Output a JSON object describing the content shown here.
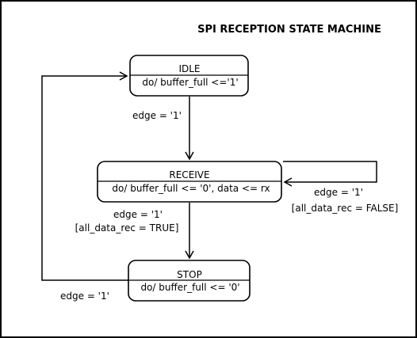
{
  "diagram": {
    "title": "SPI RECEPTION STATE MACHINE",
    "states": [
      {
        "name": "IDLE",
        "action": "do/ buffer_full <='1'"
      },
      {
        "name": "RECEIVE",
        "action": "do/ buffer_full <= '0', data <= rx"
      },
      {
        "name": "STOP",
        "action": "do/ buffer_full <= '0'"
      }
    ],
    "transitions": [
      {
        "from": "IDLE",
        "to": "RECEIVE",
        "event": "edge = '1'",
        "guard": ""
      },
      {
        "from": "RECEIVE",
        "to": "RECEIVE",
        "event": "edge = '1'",
        "guard": "[all_data_rec = FALSE]"
      },
      {
        "from": "RECEIVE",
        "to": "STOP",
        "event": "edge = '1'",
        "guard": "[all_data_rec = TRUE]"
      },
      {
        "from": "STOP",
        "to": "IDLE",
        "event": "edge = '1'",
        "guard": ""
      }
    ],
    "colors": {
      "stroke": "#000000",
      "background": "#ffffff"
    }
  }
}
